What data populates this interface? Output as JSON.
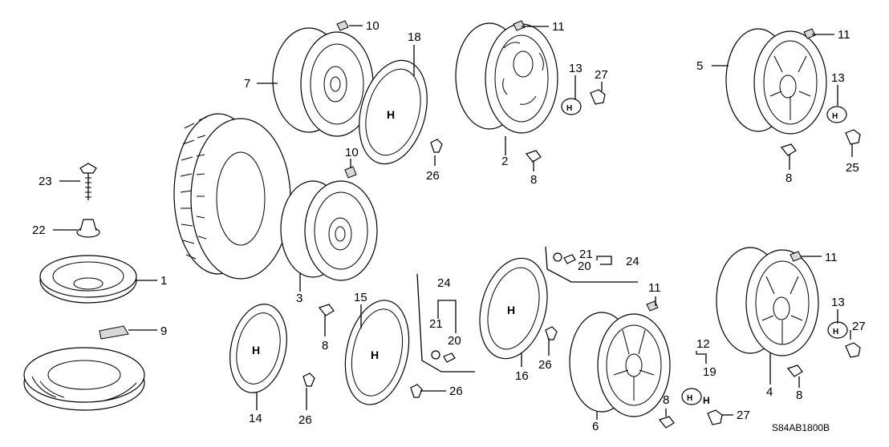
{
  "diagram_code": "S84AB1800B",
  "callouts": {
    "c1": "1",
    "c2": "2",
    "c3": "3",
    "c4": "4",
    "c5": "5",
    "c6": "6",
    "c7": "7",
    "c8a": "8",
    "c8b": "8",
    "c8c": "8",
    "c8d": "8",
    "c8e": "8",
    "c9": "9",
    "c10a": "10",
    "c10b": "10",
    "c11a": "11",
    "c11b": "11",
    "c11c": "11",
    "c11d": "11",
    "c12": "12",
    "c13a": "13",
    "c13b": "13",
    "c13c": "13",
    "c14": "14",
    "c15": "15",
    "c16": "16",
    "c18": "18",
    "c19": "19",
    "c20a": "20",
    "c20b": "20",
    "c21a": "21",
    "c21b": "21",
    "c22": "22",
    "c23": "23",
    "c24a": "24",
    "c24b": "24",
    "c25": "25",
    "c26a": "26",
    "c26b": "26",
    "c26c": "26",
    "c26d": "26",
    "c27a": "27",
    "c27b": "27",
    "c27c": "27"
  }
}
